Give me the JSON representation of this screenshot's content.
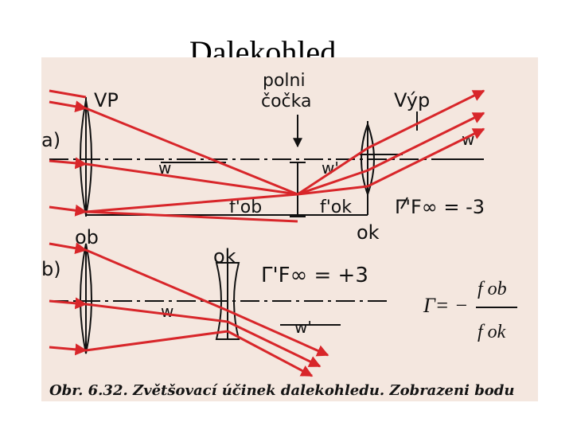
{
  "title": "Dalekohled",
  "figure": {
    "part_a": {
      "tag": "a)",
      "vp_label": "VP",
      "field_lens_line1": "polni",
      "field_lens_line2": "čočka",
      "vyp_label": "Výp",
      "w_label": "w",
      "w_prime_label": "w'",
      "w_prime_right_label": "w'",
      "f_ob_label": "f'ob",
      "f_ok_label": "f'ok",
      "ob_label": "ob",
      "ok_label": "ok",
      "magnification": "Γ'F∞ = -3"
    },
    "part_b": {
      "tag": "b)",
      "ok_label": "ok",
      "w_label": "w",
      "w_prime_label": "w'",
      "magnification": "Γ'F∞ = +3"
    },
    "formula": {
      "lhs": "Γ= −",
      "numerator": "f ob",
      "denominator": "f ok"
    },
    "caption": "Obr. 6.32. Zvětšovací účinek dalekohledu. Zobrazeni bodu"
  },
  "colors": {
    "ray": "#d8262a",
    "ink": "#111111",
    "paper": "#f4e7df"
  }
}
